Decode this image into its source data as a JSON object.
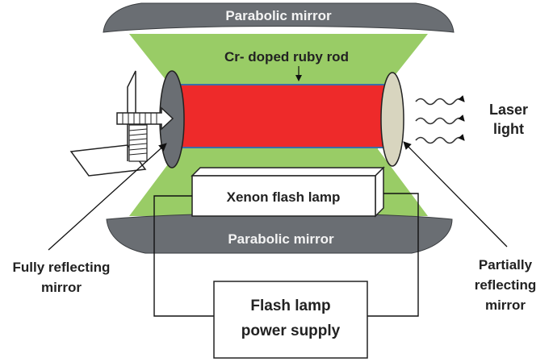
{
  "diagram": {
    "top_mirror_label": "Parabolic mirror",
    "bottom_mirror_label": "Parabolic mirror",
    "rod_label": "Cr- doped ruby rod",
    "lamp_label": "Xenon flash lamp",
    "laser_label_line1": "Laser",
    "laser_label_line2": "light",
    "full_mirror_line1": "Fully reflecting",
    "full_mirror_line2": "mirror",
    "partial_mirror_line1": "Partially",
    "partial_mirror_line2": "reflecting",
    "partial_mirror_line3": "mirror",
    "power_line1": "Flash lamp",
    "power_line2": "power supply"
  },
  "colors": {
    "cavity_green": "#99cc66",
    "ruby_red": "#ee2a2a",
    "mirror_dark": "#6a6e73",
    "partial_mirror": "#d8d5bf",
    "rod_blue": "#3b6ea8"
  }
}
